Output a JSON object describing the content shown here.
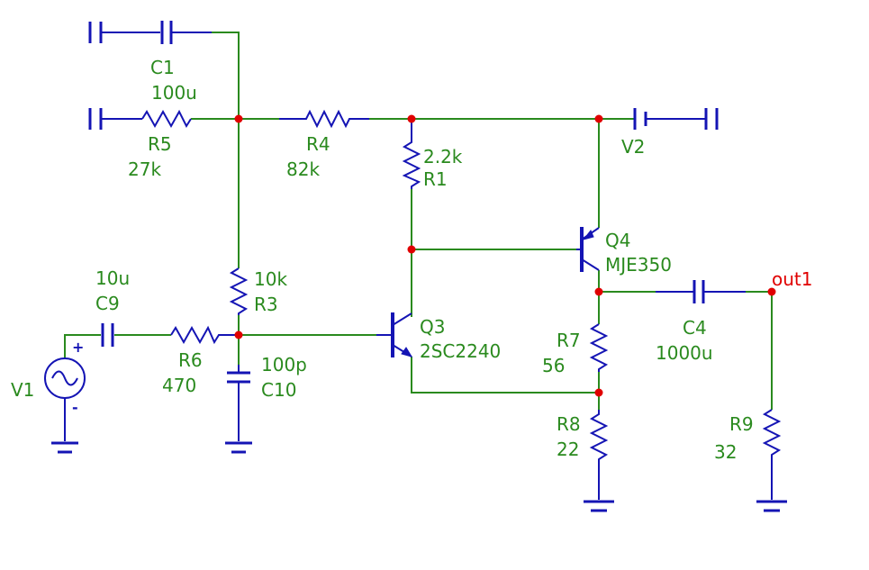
{
  "colors": {
    "wire": "#2a8a1e",
    "component": "#1414b4",
    "label": "#2a8a1e",
    "net_label": "#e00000",
    "node": "#e00000",
    "background": "#ffffff"
  },
  "components": {
    "c1": {
      "ref": "C1",
      "value": "100u"
    },
    "r5": {
      "ref": "R5",
      "value": "27k"
    },
    "r4": {
      "ref": "R4",
      "value": "82k"
    },
    "r1": {
      "ref": "R1",
      "value": "2.2k"
    },
    "v2": {
      "ref": "V2"
    },
    "q4": {
      "ref": "Q4",
      "value": "MJE350"
    },
    "r3": {
      "ref": "R3",
      "value": "10k"
    },
    "c9": {
      "ref": "C9",
      "value": "10u"
    },
    "r6": {
      "ref": "R6",
      "value": "470"
    },
    "c10": {
      "ref": "C10",
      "value": "100p"
    },
    "q3": {
      "ref": "Q3",
      "value": "2SC2240"
    },
    "v1": {
      "ref": "V1",
      "plus": "+",
      "minus": "-"
    },
    "r7": {
      "ref": "R7",
      "value": "56"
    },
    "r8": {
      "ref": "R8",
      "value": "22"
    },
    "c4": {
      "ref": "C4",
      "value": "1000u"
    },
    "r9": {
      "ref": "R9",
      "value": "32"
    }
  },
  "nets": {
    "out1": "out1"
  }
}
